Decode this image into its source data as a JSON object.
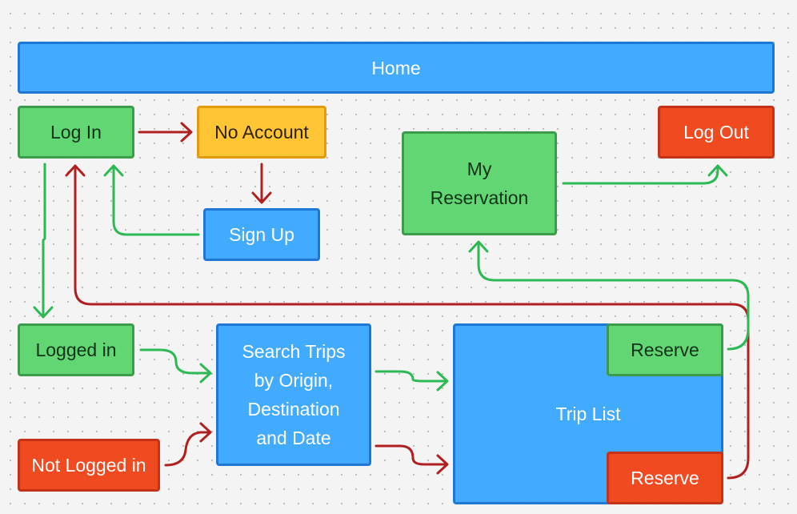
{
  "nodes": {
    "home": "Home",
    "log_in": "Log In",
    "no_account": "No Account",
    "sign_up": "Sign Up",
    "my_reservation": "My\nReservation",
    "log_out": "Log Out",
    "logged_in": "Logged in",
    "not_logged_in": "Not Logged in",
    "search_trips": "Search Trips\nby Origin,\nDestination\nand Date",
    "trip_list": "Trip List",
    "reserve_green": "Reserve",
    "reserve_red": "Reserve"
  },
  "colors": {
    "blue": "#42abff",
    "green": "#63d674",
    "yellow": "#ffc534",
    "red": "#f04a20",
    "green_connector": "#2db954",
    "red_connector": "#b12020"
  },
  "connectors": [
    {
      "from": "log_in",
      "to": "no_account",
      "color": "red_connector"
    },
    {
      "from": "no_account",
      "to": "sign_up",
      "color": "red_connector"
    },
    {
      "from": "sign_up",
      "to": "log_in",
      "color": "green_connector"
    },
    {
      "from": "log_in",
      "to": "logged_in",
      "color": "green_connector"
    },
    {
      "from": "logged_in",
      "to": "search_trips",
      "color": "green_connector"
    },
    {
      "from": "not_logged_in",
      "to": "search_trips",
      "color": "red_connector"
    },
    {
      "from": "search_trips",
      "to": "trip_list",
      "color": "green_connector"
    },
    {
      "from": "search_trips",
      "to": "trip_list",
      "color": "red_connector"
    },
    {
      "from": "reserve_green",
      "to": "my_reservation",
      "color": "green_connector"
    },
    {
      "from": "reserve_red",
      "to": "log_in",
      "color": "red_connector"
    },
    {
      "from": "my_reservation",
      "to": "log_out",
      "color": "green_connector"
    }
  ]
}
